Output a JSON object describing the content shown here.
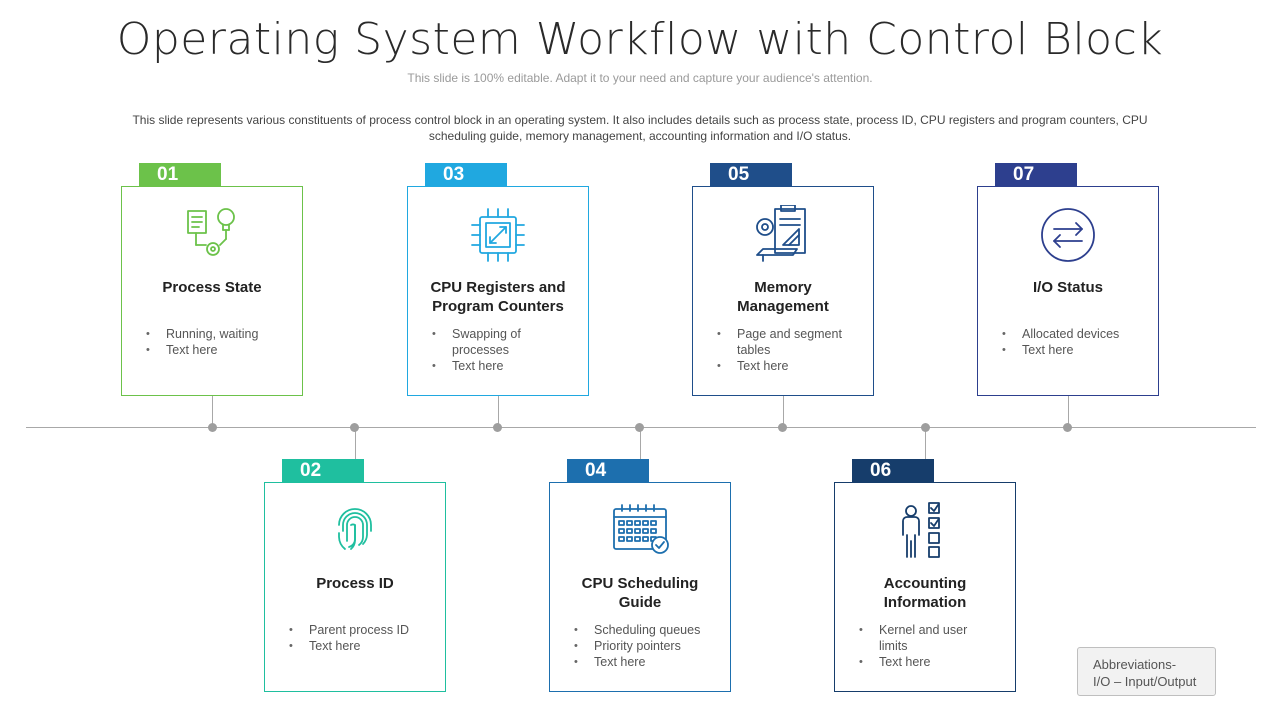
{
  "header": {
    "title": "Operating System Workflow with Control Block",
    "subtitle": "This slide is 100% editable. Adapt it to your need and capture your audience's attention.",
    "description": "This slide represents various  constituents of process control block in an operating  system. It also includes details such as process state, process ID, CPU registers and program counters, CPU scheduling guide, memory management,  accounting information  and I/O status."
  },
  "steps": [
    {
      "number": "01",
      "title": "Process State",
      "color": "#6cc24a",
      "icon": "document-bulb-gear-icon",
      "bullets": [
        "Running,  waiting",
        "Text here"
      ]
    },
    {
      "number": "02",
      "title": "Process ID",
      "color": "#1fbf9f",
      "icon": "fingerprint-icon",
      "bullets": [
        "Parent process ID",
        "Text here"
      ]
    },
    {
      "number": "03",
      "title": "CPU Registers and Program Counters",
      "color": "#20a8e0",
      "icon": "cpu-chip-icon",
      "bullets": [
        "Swapping  of processes",
        "Text here"
      ]
    },
    {
      "number": "04",
      "title": "CPU Scheduling Guide",
      "color": "#1d6fae",
      "icon": "calendar-check-icon",
      "bullets": [
        "Scheduling queues",
        "Priority pointers",
        "Text  here"
      ]
    },
    {
      "number": "05",
      "title": "Memory Management",
      "color": "#1f4e8a",
      "icon": "blueprint-gear-icon",
      "bullets": [
        "Page and segment tables",
        "Text here"
      ]
    },
    {
      "number": "06",
      "title": "Accounting Information",
      "color": "#163d6b",
      "icon": "person-checklist-icon",
      "bullets": [
        "Kernel and user limits",
        "Text  here"
      ]
    },
    {
      "number": "07",
      "title": "I/O Status",
      "color": "#2d3f8e",
      "icon": "exchange-arrows-icon",
      "bullets": [
        "Allocated devices",
        "Text here"
      ]
    }
  ],
  "abbreviations": {
    "heading": "Abbreviations-",
    "text": "I/O – Input/Output"
  }
}
